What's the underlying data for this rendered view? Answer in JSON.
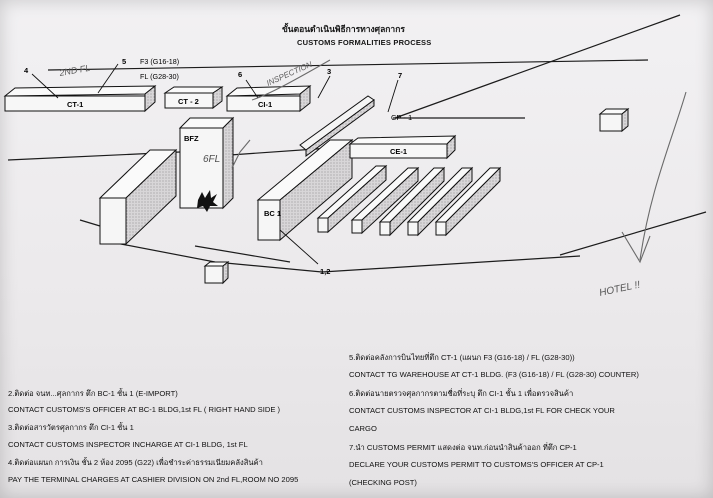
{
  "header": {
    "title_th": "ขั้นตอนดำเนินพิธีการทางศุลกากร",
    "title_en": "CUSTOMS FORMALITIES PROCESS"
  },
  "map": {
    "buildings": {
      "ct1": "CT-1",
      "ct2": "CT - 2",
      "ci1": "CI-1",
      "bfz": "BFZ",
      "bc1": "BC 1",
      "ce1": "CE-1",
      "cp1": "CP - 1"
    },
    "markers": {
      "m4": "4",
      "m5": "5",
      "m6": "6",
      "m3": "3",
      "m7": "7",
      "m12": "1,2"
    },
    "counters": {
      "f3": "F3 (G16-18)",
      "fl": "FL  (G28-30)"
    },
    "handwriting": {
      "second_floor": "2ND FL",
      "inspection": "INSPECTION",
      "sixth_floor": "6FL",
      "hotel": "HOTEL !!"
    }
  },
  "instructions_left": [
    "2.ติดต่อ จนท...ศุลกากร ตึก BC-1 ชั้น 1 (E-IMPORT)",
    "CONTACT CUSTOMS'S OFFICER AT BC-1 BLDG,1st FL  ( RIGHT HAND SIDE )",
    "3.ติดต่อสารวัตรศุลกากร ตึก CI-1 ชั้น 1",
    "CONTACT CUSTOMS INSPECTOR INCHARGE  AT CI-1 BLDG, 1st FL",
    "4.ติดต่อแผนก การเงิน ชั้น 2 ห้อง 2095 (G22) เพื่อชำระค่าธรรมเนียมคลังสินค้า",
    "PAY THE TERMINAL CHARGES AT CASHIER DIVISION ON 2nd FL,ROOM NO 2095"
  ],
  "instructions_right": [
    "5.ติดต่อคลังการบินไทยที่ตึก CT-1   (แผนก  F3 (G16-18) / FL  (G28-30))",
    "CONTACT TG WAREHOUSE AT CT-1 BLDG. (F3 (G16-18) / FL (G28-30) COUNTER)",
    "6.ติดต่อนายตรวจศุลกากรตามชื่อที่ระบุ ตึก CI-1 ชั้น 1 เพื่อตรวจสินค้า",
    "CONTACT CUSTOMS INSPECTOR AT CI-1 BLDG,1st FL FOR CHECK  YOUR",
    "CARGO",
    "7.นำ CUSTOMS PERMIT แสดงต่อ จนท.ก่อนนำสินค้าออก ที่ตึก CP-1",
    "DECLARE YOUR CUSTOMS PERMIT TO  CUSTOMS'S OFFICER  AT CP-1",
    "(CHECKING POST)"
  ]
}
